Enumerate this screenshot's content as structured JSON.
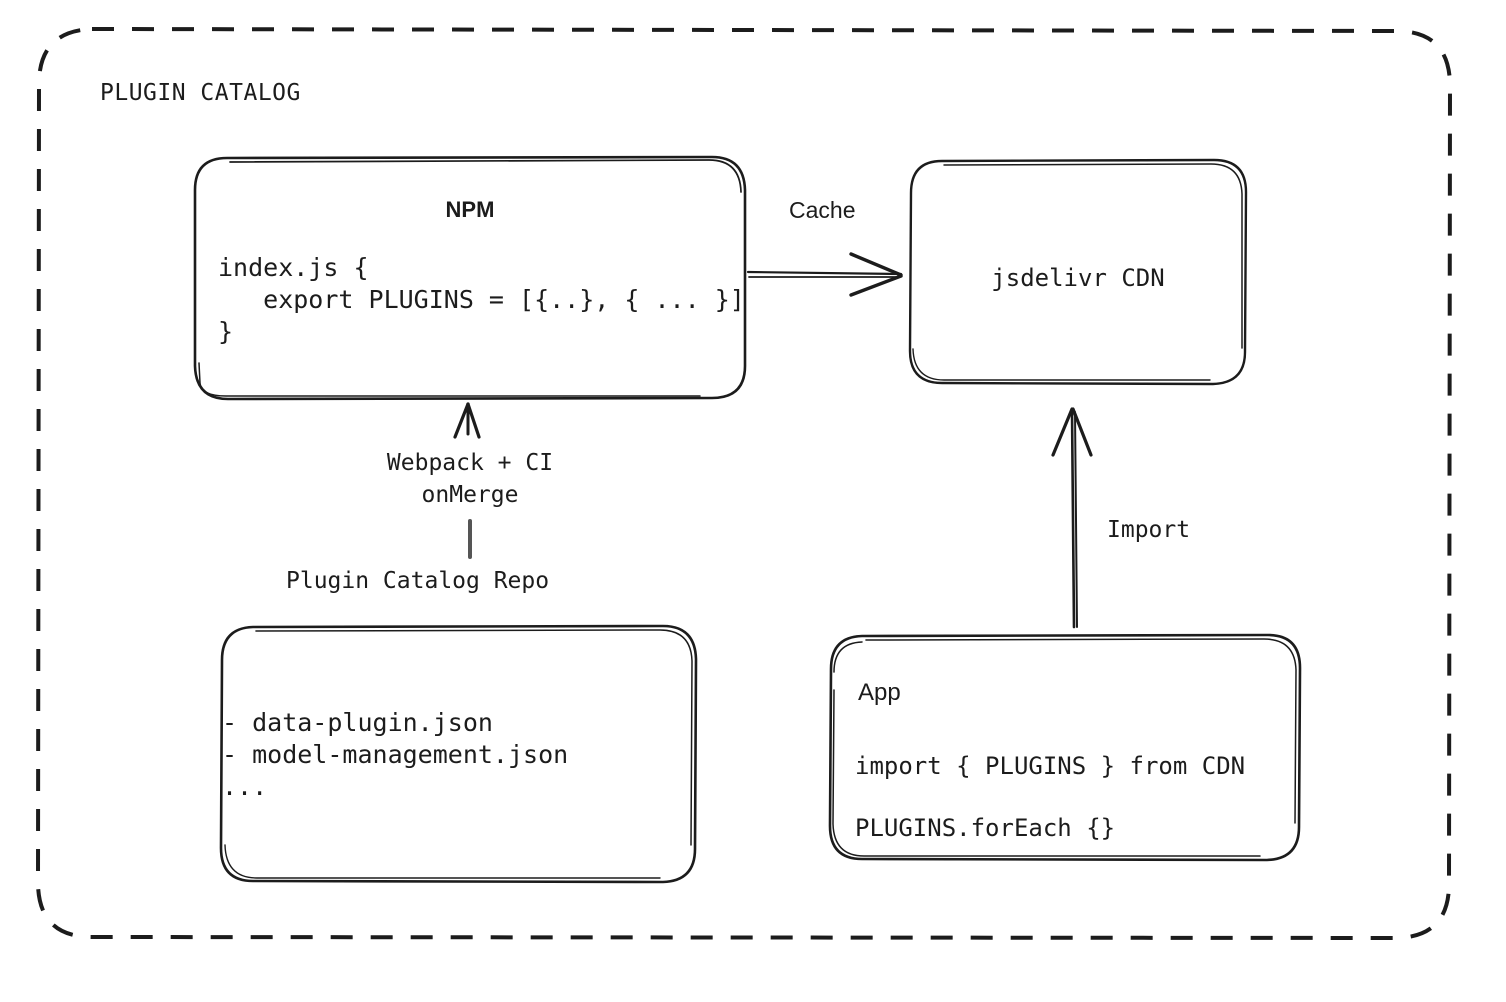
{
  "diagram": {
    "group_title": "PLUGIN CATALOG",
    "background_color": "#ffffff",
    "stroke_color": "#1c1c1c",
    "nodes": {
      "npm": {
        "title": "NPM",
        "code_lines": [
          "index.js {",
          "   export PLUGINS = [{..}, { ... }]",
          "}"
        ],
        "code_text": "index.js {\n   export PLUGINS = [{..}, { ... }]\n}"
      },
      "cdn": {
        "title": "jsdelivr CDN"
      },
      "repo": {
        "label": "Plugin Catalog Repo",
        "items": [
          "- data-plugin.json",
          "- model-management.json",
          "..."
        ],
        "items_text": "- data-plugin.json\n- model-management.json\n..."
      },
      "app": {
        "title": "App",
        "code_lines": [
          "import { PLUGINS } from CDN",
          "PLUGINS.forEach {}"
        ],
        "code_text": "import { PLUGINS } from CDN\nPLUGINS.forEach {}"
      }
    },
    "edges": {
      "cache": {
        "label": "Cache",
        "from": "npm",
        "to": "cdn",
        "direction": "right"
      },
      "build": {
        "label": "Webpack + CI\nonMerge",
        "label_line1": "Webpack + CI",
        "label_line2": "onMerge",
        "from": "repo",
        "to": "npm",
        "direction": "up"
      },
      "import": {
        "label": "Import",
        "from": "app",
        "to": "cdn",
        "direction": "up"
      }
    }
  }
}
